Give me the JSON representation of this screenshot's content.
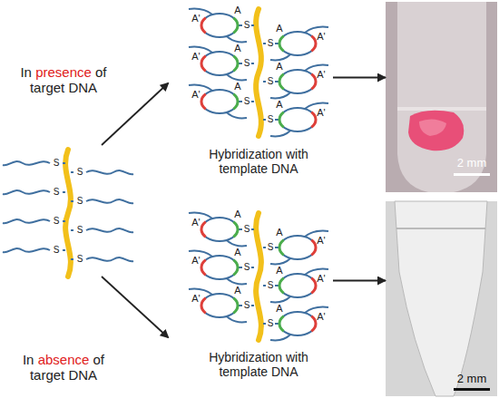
{
  "diagram": {
    "nodes": [
      {
        "text": [
          "Hybridization with template DNA"
        ]
      },
      {
        "text": [
          "2 mm"
        ]
      },
      {
        "text": [
          "Hybridization with template DNA"
        ]
      },
      {
        "text": [
          "2 mm"
        ]
      }
    ],
    "edges": [
      {
        "from": 0,
        "to": 1,
        "arrow": "to"
      },
      {
        "from": 2,
        "to": 3,
        "arrow": "to"
      }
    ],
    "labels": [
      "In presence of target DNA",
      "In absence of target DNA",
      "S",
      "S",
      "S",
      "S",
      "S",
      "S",
      "S",
      "S",
      "S",
      "A'",
      "A",
      "S",
      "A'",
      "A",
      "S",
      "A'",
      "A",
      "S",
      "A'",
      "A",
      "S",
      "A'",
      "A",
      "S",
      "A'",
      "A",
      "S",
      "A'",
      "A",
      "S",
      "A'",
      "A",
      "S",
      "A'",
      "A",
      "S",
      "A'",
      "A",
      "S",
      "A'",
      "A",
      "S",
      "A'",
      "A"
    ]
  }
}
